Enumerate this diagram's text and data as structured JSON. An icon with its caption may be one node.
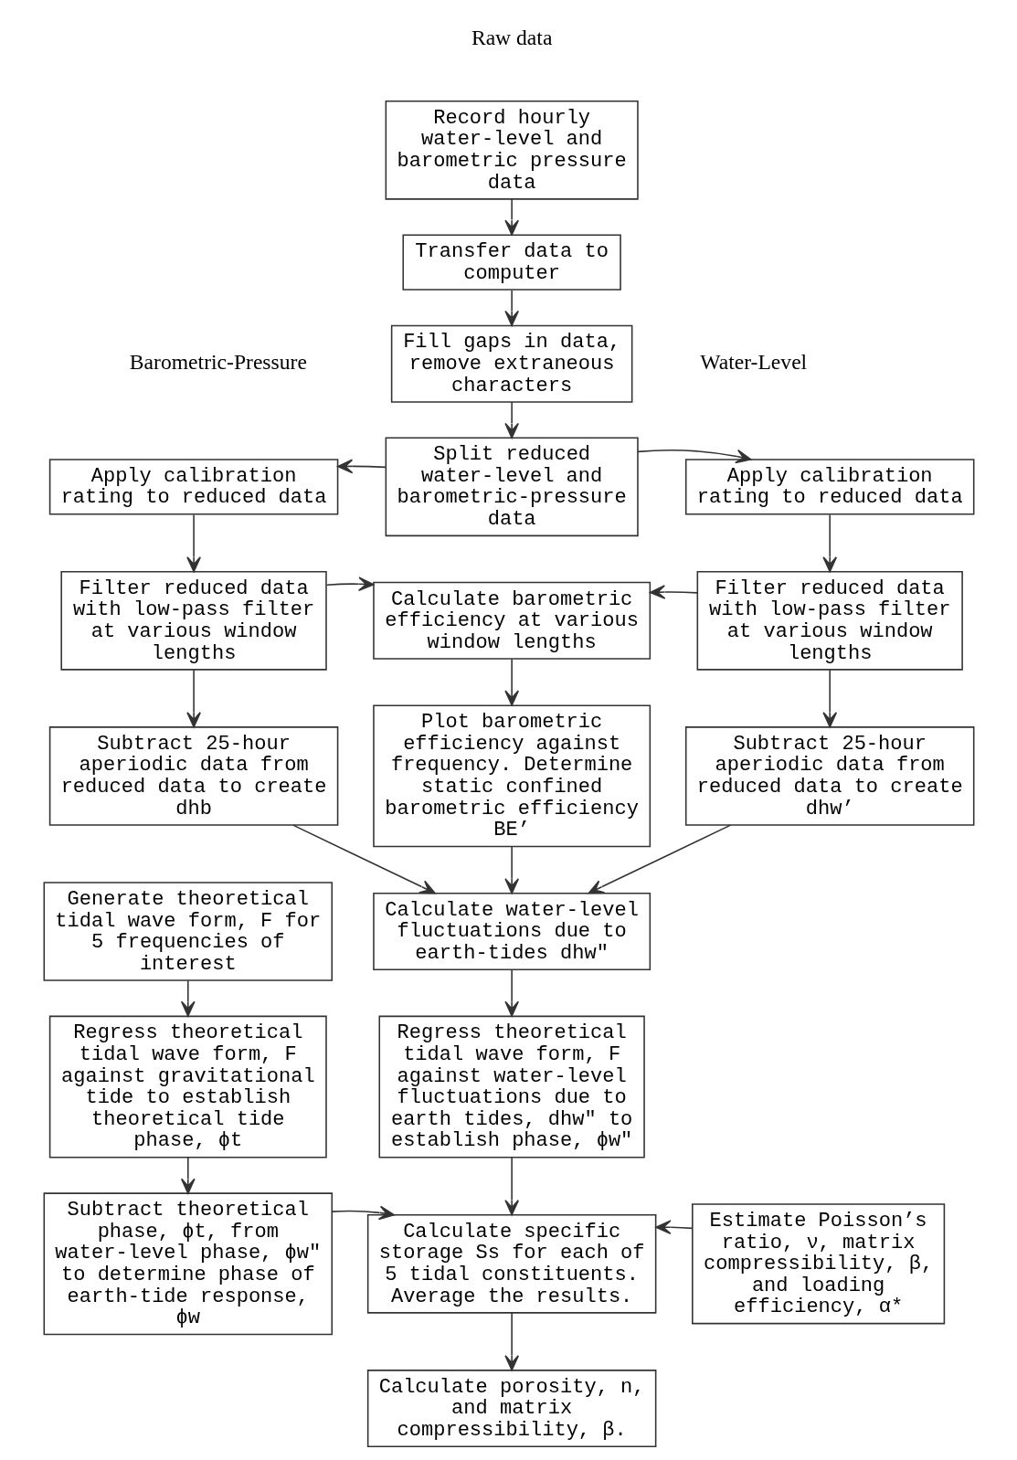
{
  "diagram": {
    "nodes": [
      {
        "text": [
          "Record hourly water-level and barometric pressure data"
        ]
      },
      {
        "text": [
          "Transfer data to computer"
        ]
      },
      {
        "text": [
          "Fill gaps in data, remove extraneous characters"
        ]
      },
      {
        "text": [
          "Apply calibration rating to reduced data"
        ]
      },
      {
        "text": [
          "Split reduced water-level and barometric-pressure data"
        ]
      },
      {
        "text": [
          "Apply calibration rating to reduced data"
        ]
      },
      {
        "text": [
          "Filter reduced data with low-pass filter at various window lengths"
        ]
      },
      {
        "text": [
          "Calculate barometric efficiency at various window lengths"
        ]
      },
      {
        "text": [
          "Filter reduced data with low-pass filter at various window lengths"
        ]
      },
      {
        "text": [
          "Subtract 25-hour aperiodic data from reduced data to create dhb"
        ]
      },
      {
        "text": [
          "Plot barometric efficiency against frequency. Determine static confined barometric efficiency BE’"
        ]
      },
      {
        "text": [
          "Subtract 25-hour aperiodic data from reduced data to create dhw’"
        ]
      },
      {
        "text": [
          "Generate theoretical tidal wave form, F for 5 frequencies of interest"
        ]
      },
      {
        "text": [
          "Calculate water-level fluctuations due to earth-tides dhw\""
        ]
      },
      {
        "text": [
          "Regress theoretical tidal wave form, F against gravitational tide to establish theoretical tide phase, ϕt"
        ]
      },
      {
        "text": [
          "Regress theoretical tidal wave form, F against water-level fluctuations due to earth tides, dhw\" to establish phase, ϕw\""
        ]
      },
      {
        "text": [
          "Subtract theoretical phase, ϕt, from water-level phase, ϕw\" to determine phase of earth-tide response, ϕw"
        ]
      },
      {
        "text": [
          "Calculate specific storage Ss for each of 5 tidal constituents. Average the results."
        ]
      },
      {
        "text": [
          "Estimate Poisson’s ratio, ν, matrix compressibility, β, and loading efficiency, α*"
        ]
      },
      {
        "text": [
          "Calculate porosity, n, and matrix compressibility, β."
        ]
      }
    ],
    "edges": [
      {
        "from": 0,
        "to": 1,
        "arrow": "to"
      },
      {
        "from": 1,
        "to": 2,
        "arrow": "to"
      },
      {
        "from": 2,
        "to": 4,
        "arrow": "to"
      },
      {
        "from": 4,
        "to": 3,
        "arrow": "to"
      },
      {
        "from": 4,
        "to": 5,
        "arrow": "to"
      },
      {
        "from": 3,
        "to": 6,
        "arrow": "to"
      },
      {
        "from": 5,
        "to": 8,
        "arrow": "to"
      },
      {
        "from": 6,
        "to": 7,
        "arrow": "to"
      },
      {
        "from": 8,
        "to": 7,
        "arrow": "to"
      },
      {
        "from": 6,
        "to": 9,
        "arrow": "to"
      },
      {
        "from": 7,
        "to": 10,
        "arrow": "to"
      },
      {
        "from": 8,
        "to": 11,
        "arrow": "to"
      },
      {
        "from": 9,
        "to": 13,
        "arrow": "to"
      },
      {
        "from": 10,
        "to": 13,
        "arrow": "to"
      },
      {
        "from": 11,
        "to": 13,
        "arrow": "to"
      },
      {
        "from": 12,
        "to": 14,
        "arrow": "to"
      },
      {
        "from": 13,
        "to": 15,
        "arrow": "to"
      },
      {
        "from": 14,
        "to": 16,
        "arrow": "to"
      },
      {
        "from": 15,
        "to": 17,
        "arrow": "to"
      },
      {
        "from": 16,
        "to": 17,
        "arrow": "to"
      },
      {
        "from": 18,
        "to": 17,
        "arrow": "to"
      },
      {
        "from": 17,
        "to": 19,
        "arrow": "to"
      }
    ],
    "labels": [
      "Raw data",
      "Barometric-Pressure",
      "Water-Level"
    ]
  }
}
